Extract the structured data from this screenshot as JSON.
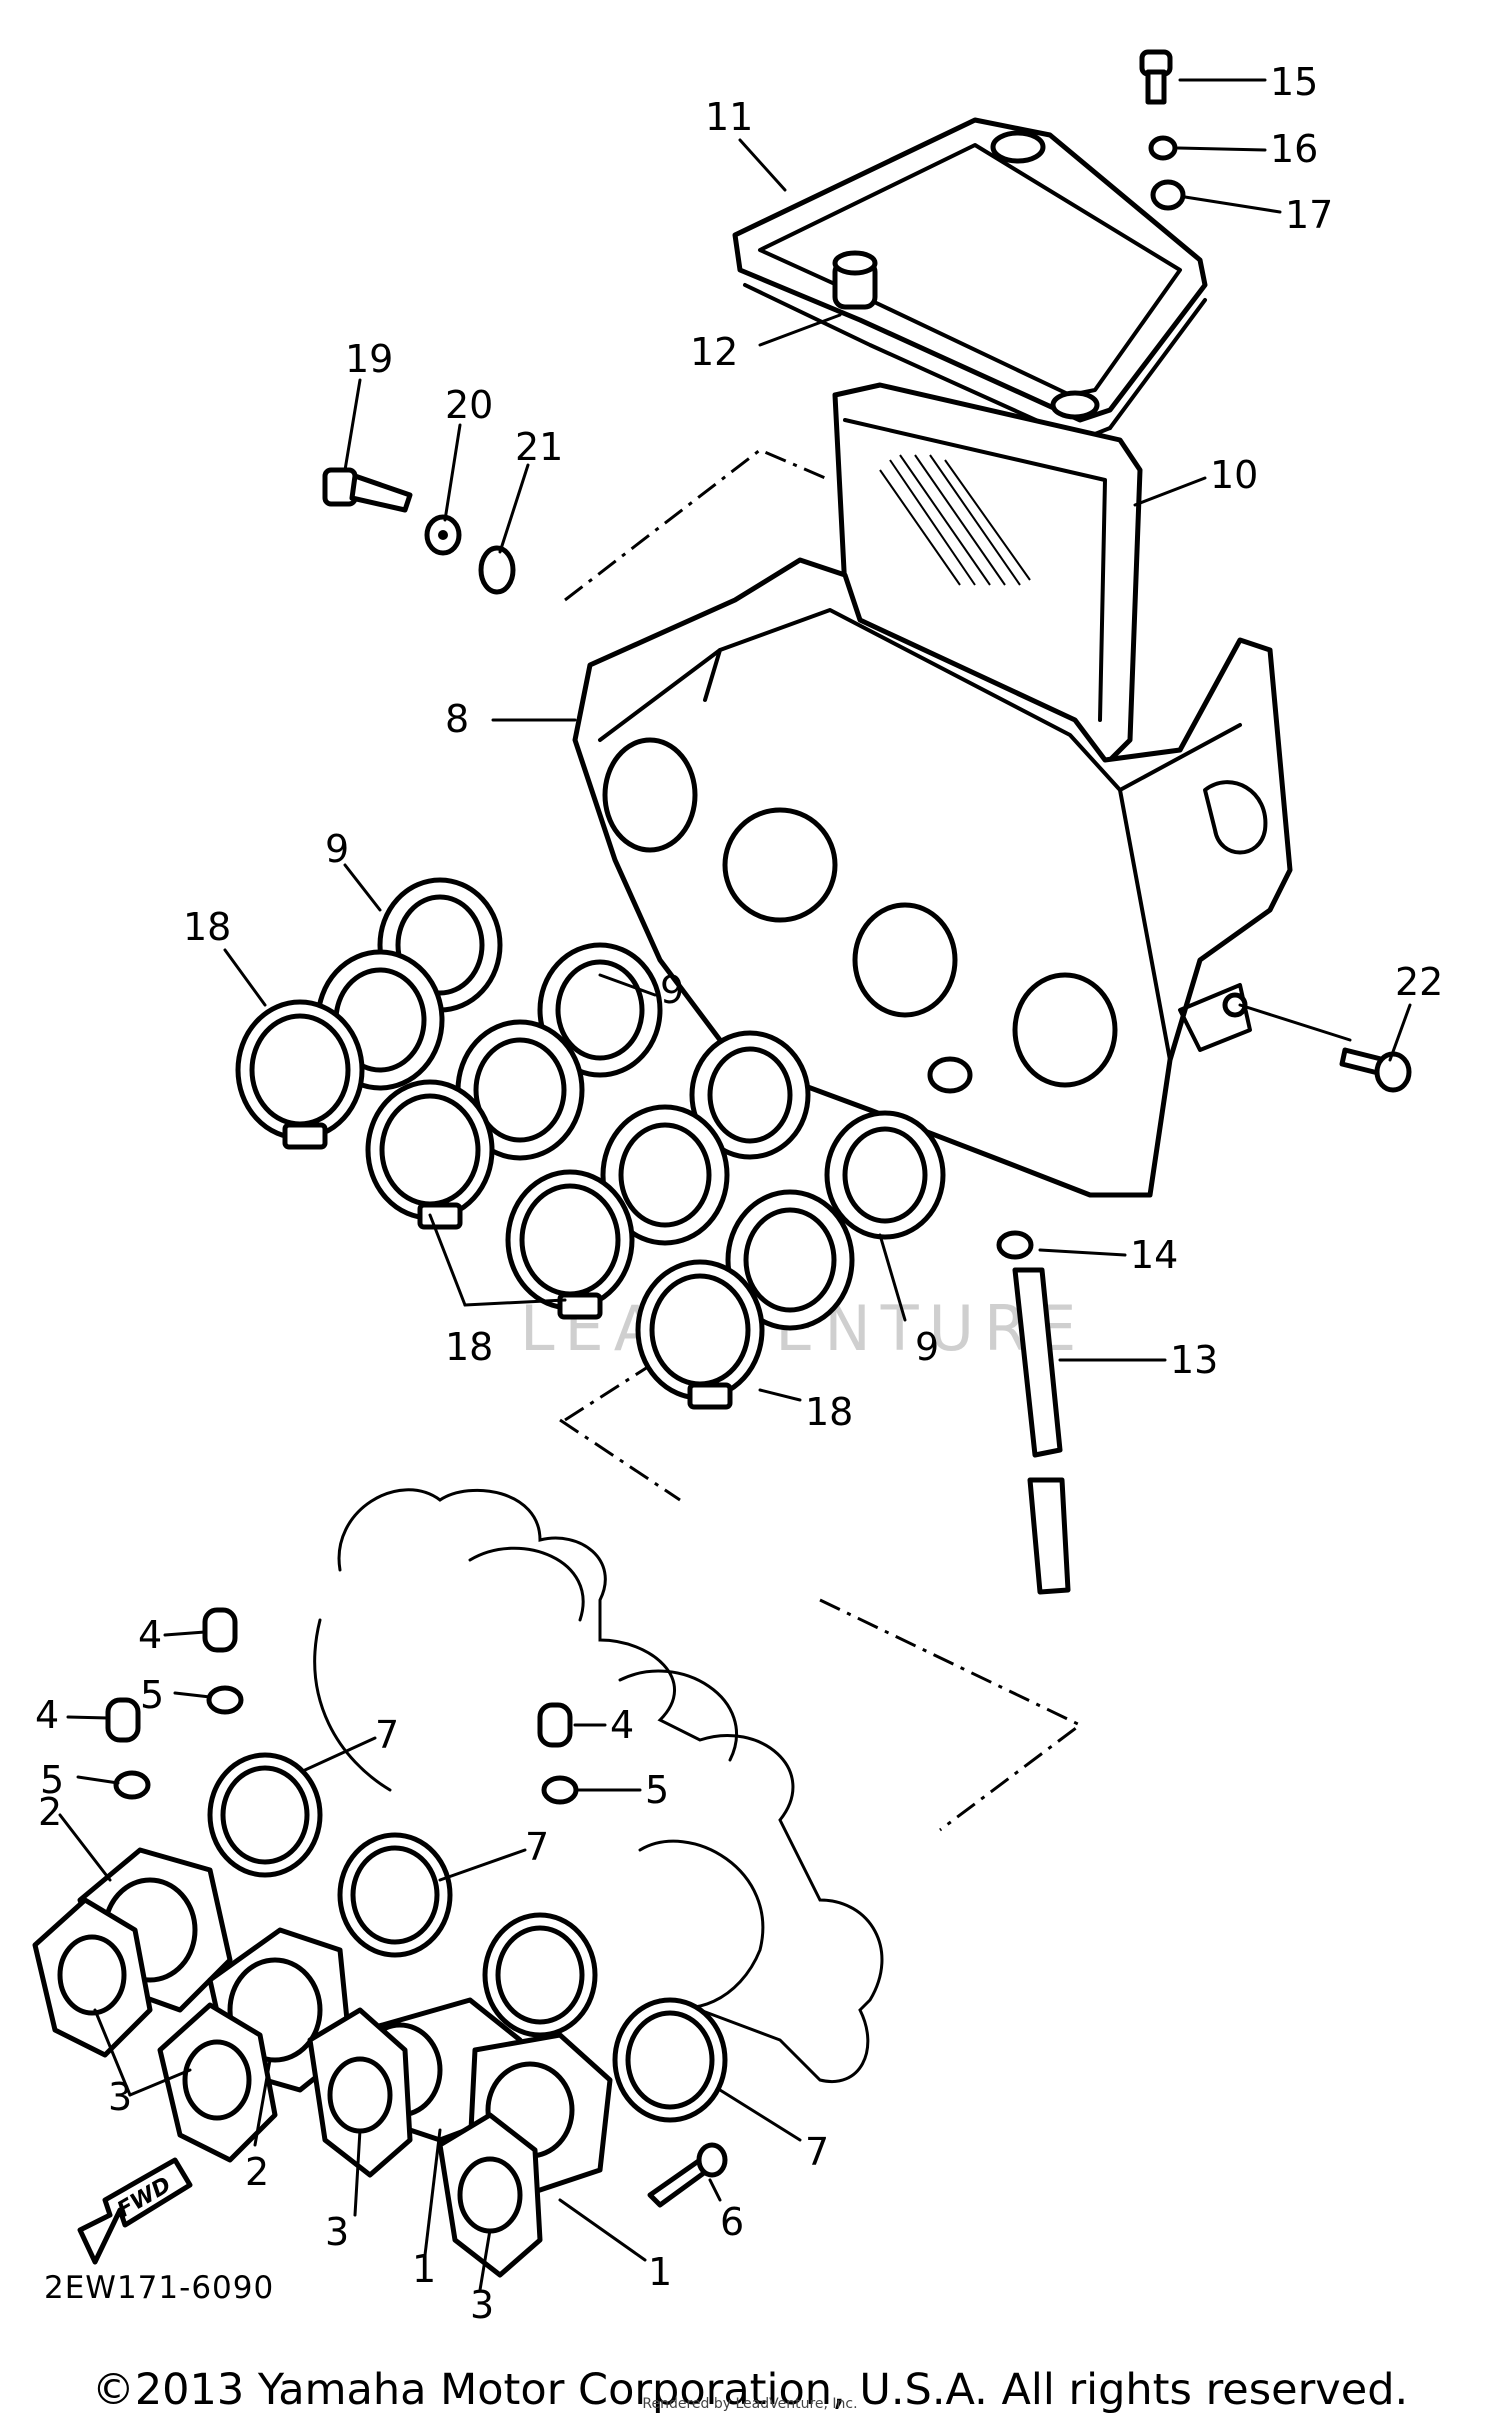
{
  "diagram": {
    "callouts": [
      "1",
      "2",
      "3",
      "4",
      "5",
      "6",
      "7",
      "8",
      "9",
      "10",
      "11",
      "12",
      "13",
      "14",
      "15",
      "16",
      "17",
      "18",
      "19",
      "20",
      "21",
      "22"
    ],
    "watermark": "LEADVENTURE",
    "fwd_label": "FWD"
  },
  "footer": {
    "doc_code": "2EW171-6090",
    "copyright": "©2013 Yamaha Motor Corporation, U.S.A. All rights reserved.",
    "rendered_by": "Rendered by LeadVenture, Inc."
  }
}
